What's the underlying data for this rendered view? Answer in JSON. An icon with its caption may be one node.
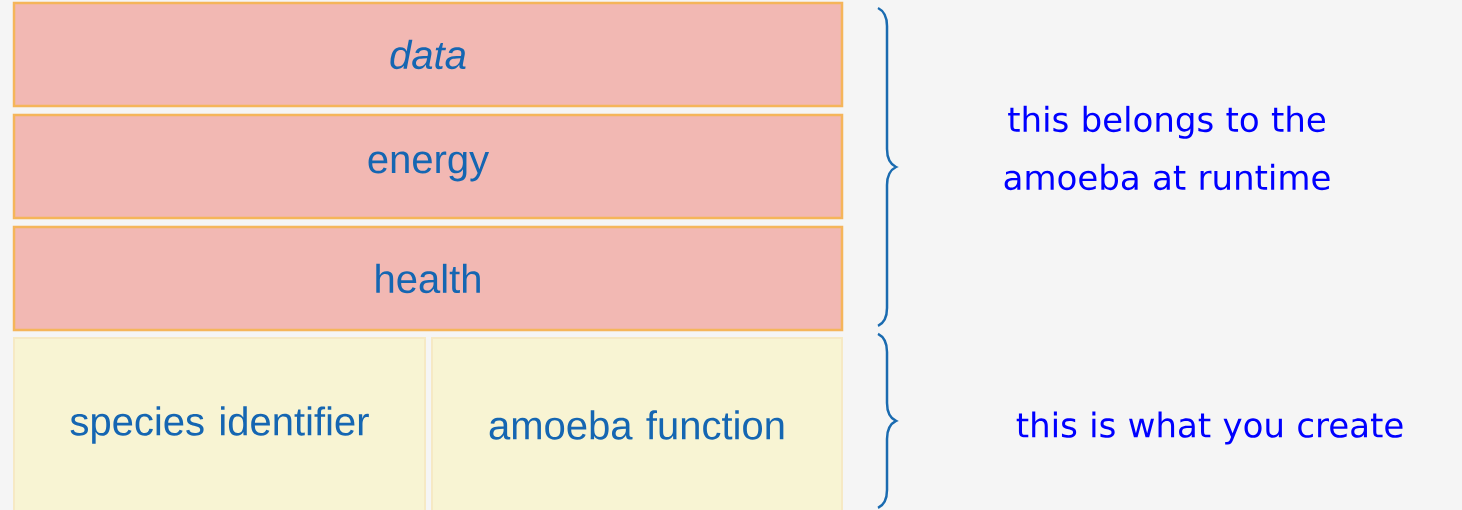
{
  "diagram": {
    "nodes": [
      {
        "text": [
          "data"
        ]
      },
      {
        "text": [
          "energy"
        ]
      },
      {
        "text": [
          "health"
        ]
      },
      {
        "text": [
          "species identifier"
        ]
      },
      {
        "text": [
          "amoeba function"
        ]
      }
    ],
    "labels": [
      "this belongs to the amoeba at runtime",
      "this is what you create"
    ]
  }
}
